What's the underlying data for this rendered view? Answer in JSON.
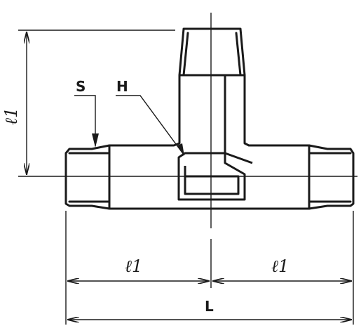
{
  "drawing": {
    "labels": {
      "S": "S",
      "H": "H",
      "l1_vertical": "ℓ1",
      "l1_left": "ℓ1",
      "l1_right": "ℓ1",
      "L": "L"
    },
    "colors": {
      "line": "#1a1a1a",
      "background": "#ffffff"
    }
  }
}
